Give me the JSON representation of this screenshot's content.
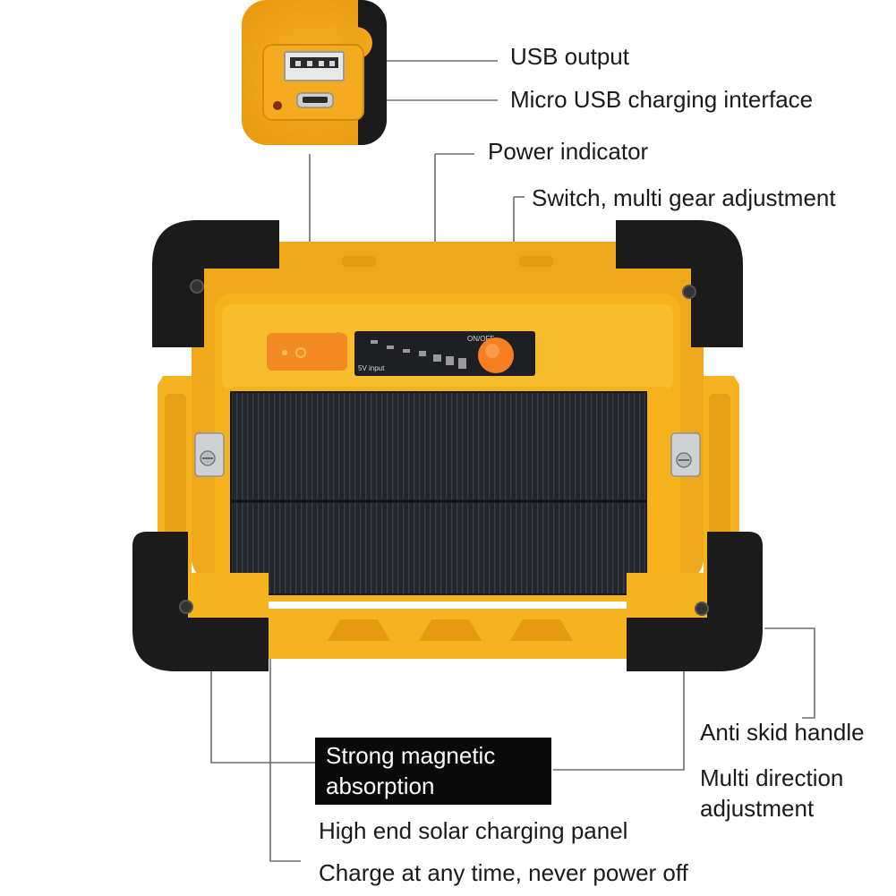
{
  "labels": {
    "usb_output": "USB output",
    "micro_usb": "Micro USB charging interface",
    "power_indicator": "Power indicator",
    "switch": "Switch, multi gear adjustment",
    "anti_skid": "Anti skid handle",
    "multi_direction_1": "Multi direction",
    "multi_direction_2": "adjustment",
    "magnetic_1": "Strong magnetic",
    "magnetic_2": "absorption",
    "solar_panel": "High end solar charging panel",
    "charge_any_time": "Charge at any time, never power off"
  },
  "device_text": {
    "switch_print": "ON/OFF",
    "input_print": "5V input"
  },
  "colors": {
    "body_yellow": "#f6b21b",
    "frame_yellow": "#f4b31f",
    "rubber_black": "#1b1b1b",
    "solar_black": "#22262b",
    "button_orange": "#f77f22",
    "leader_line": "#6d6d6d",
    "label_text": "#1a1a1a"
  }
}
